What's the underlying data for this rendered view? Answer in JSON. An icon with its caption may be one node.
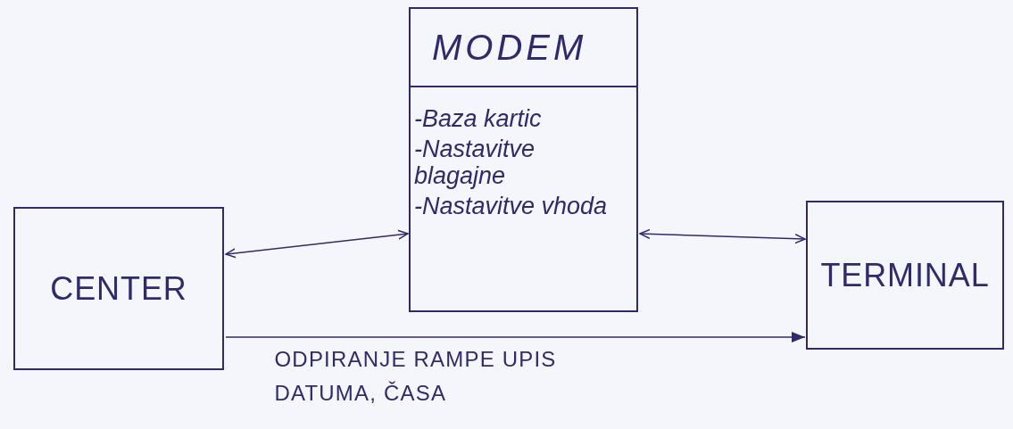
{
  "diagram": {
    "nodes": [
      {
        "text": [
          "CENTER"
        ]
      },
      {
        "text": [
          "MODEM",
          "-Baza kartic",
          "-Nastavitve blagajne",
          "-Nastavitve vhoda"
        ]
      },
      {
        "text": [
          "TERMINAL"
        ]
      }
    ],
    "edges": [
      {
        "from": 0,
        "to": 1,
        "arrow": "both"
      },
      {
        "from": 1,
        "to": 2,
        "arrow": "both"
      },
      {
        "from": 0,
        "to": 2,
        "arrow": "to",
        "label": "ODPIRANJE RAMPE UPIS DATUMA, ČASA"
      }
    ]
  }
}
